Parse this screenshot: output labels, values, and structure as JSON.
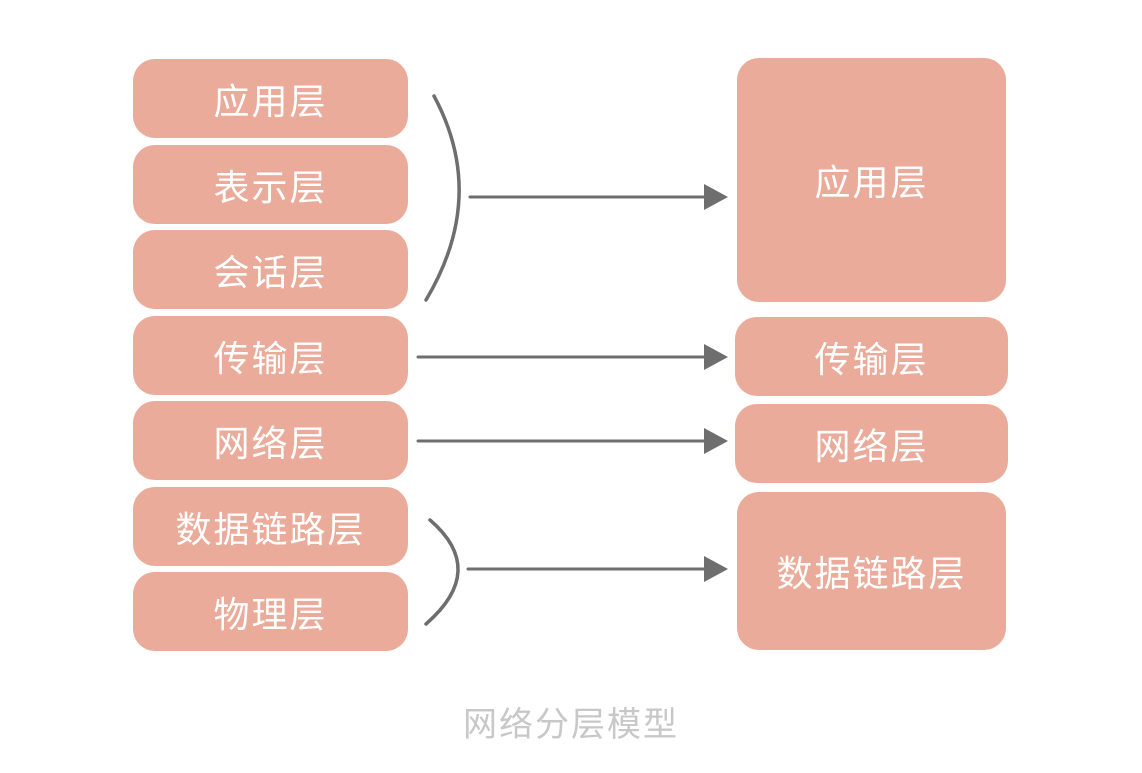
{
  "osi_layers": [
    {
      "label": "应用层"
    },
    {
      "label": "表示层"
    },
    {
      "label": "会话层"
    },
    {
      "label": "传输层"
    },
    {
      "label": "网络层"
    },
    {
      "label": "数据链路层"
    },
    {
      "label": "物理层"
    }
  ],
  "tcpip_layers": [
    {
      "label": "应用层"
    },
    {
      "label": "传输层"
    },
    {
      "label": "网络层"
    },
    {
      "label": "数据链路层"
    }
  ],
  "caption": "网络分层模型",
  "colors": {
    "box_fill": "#eaab9a",
    "box_text": "#ffffff",
    "arrow": "#6e6e6e",
    "caption": "#c8c8c8"
  }
}
